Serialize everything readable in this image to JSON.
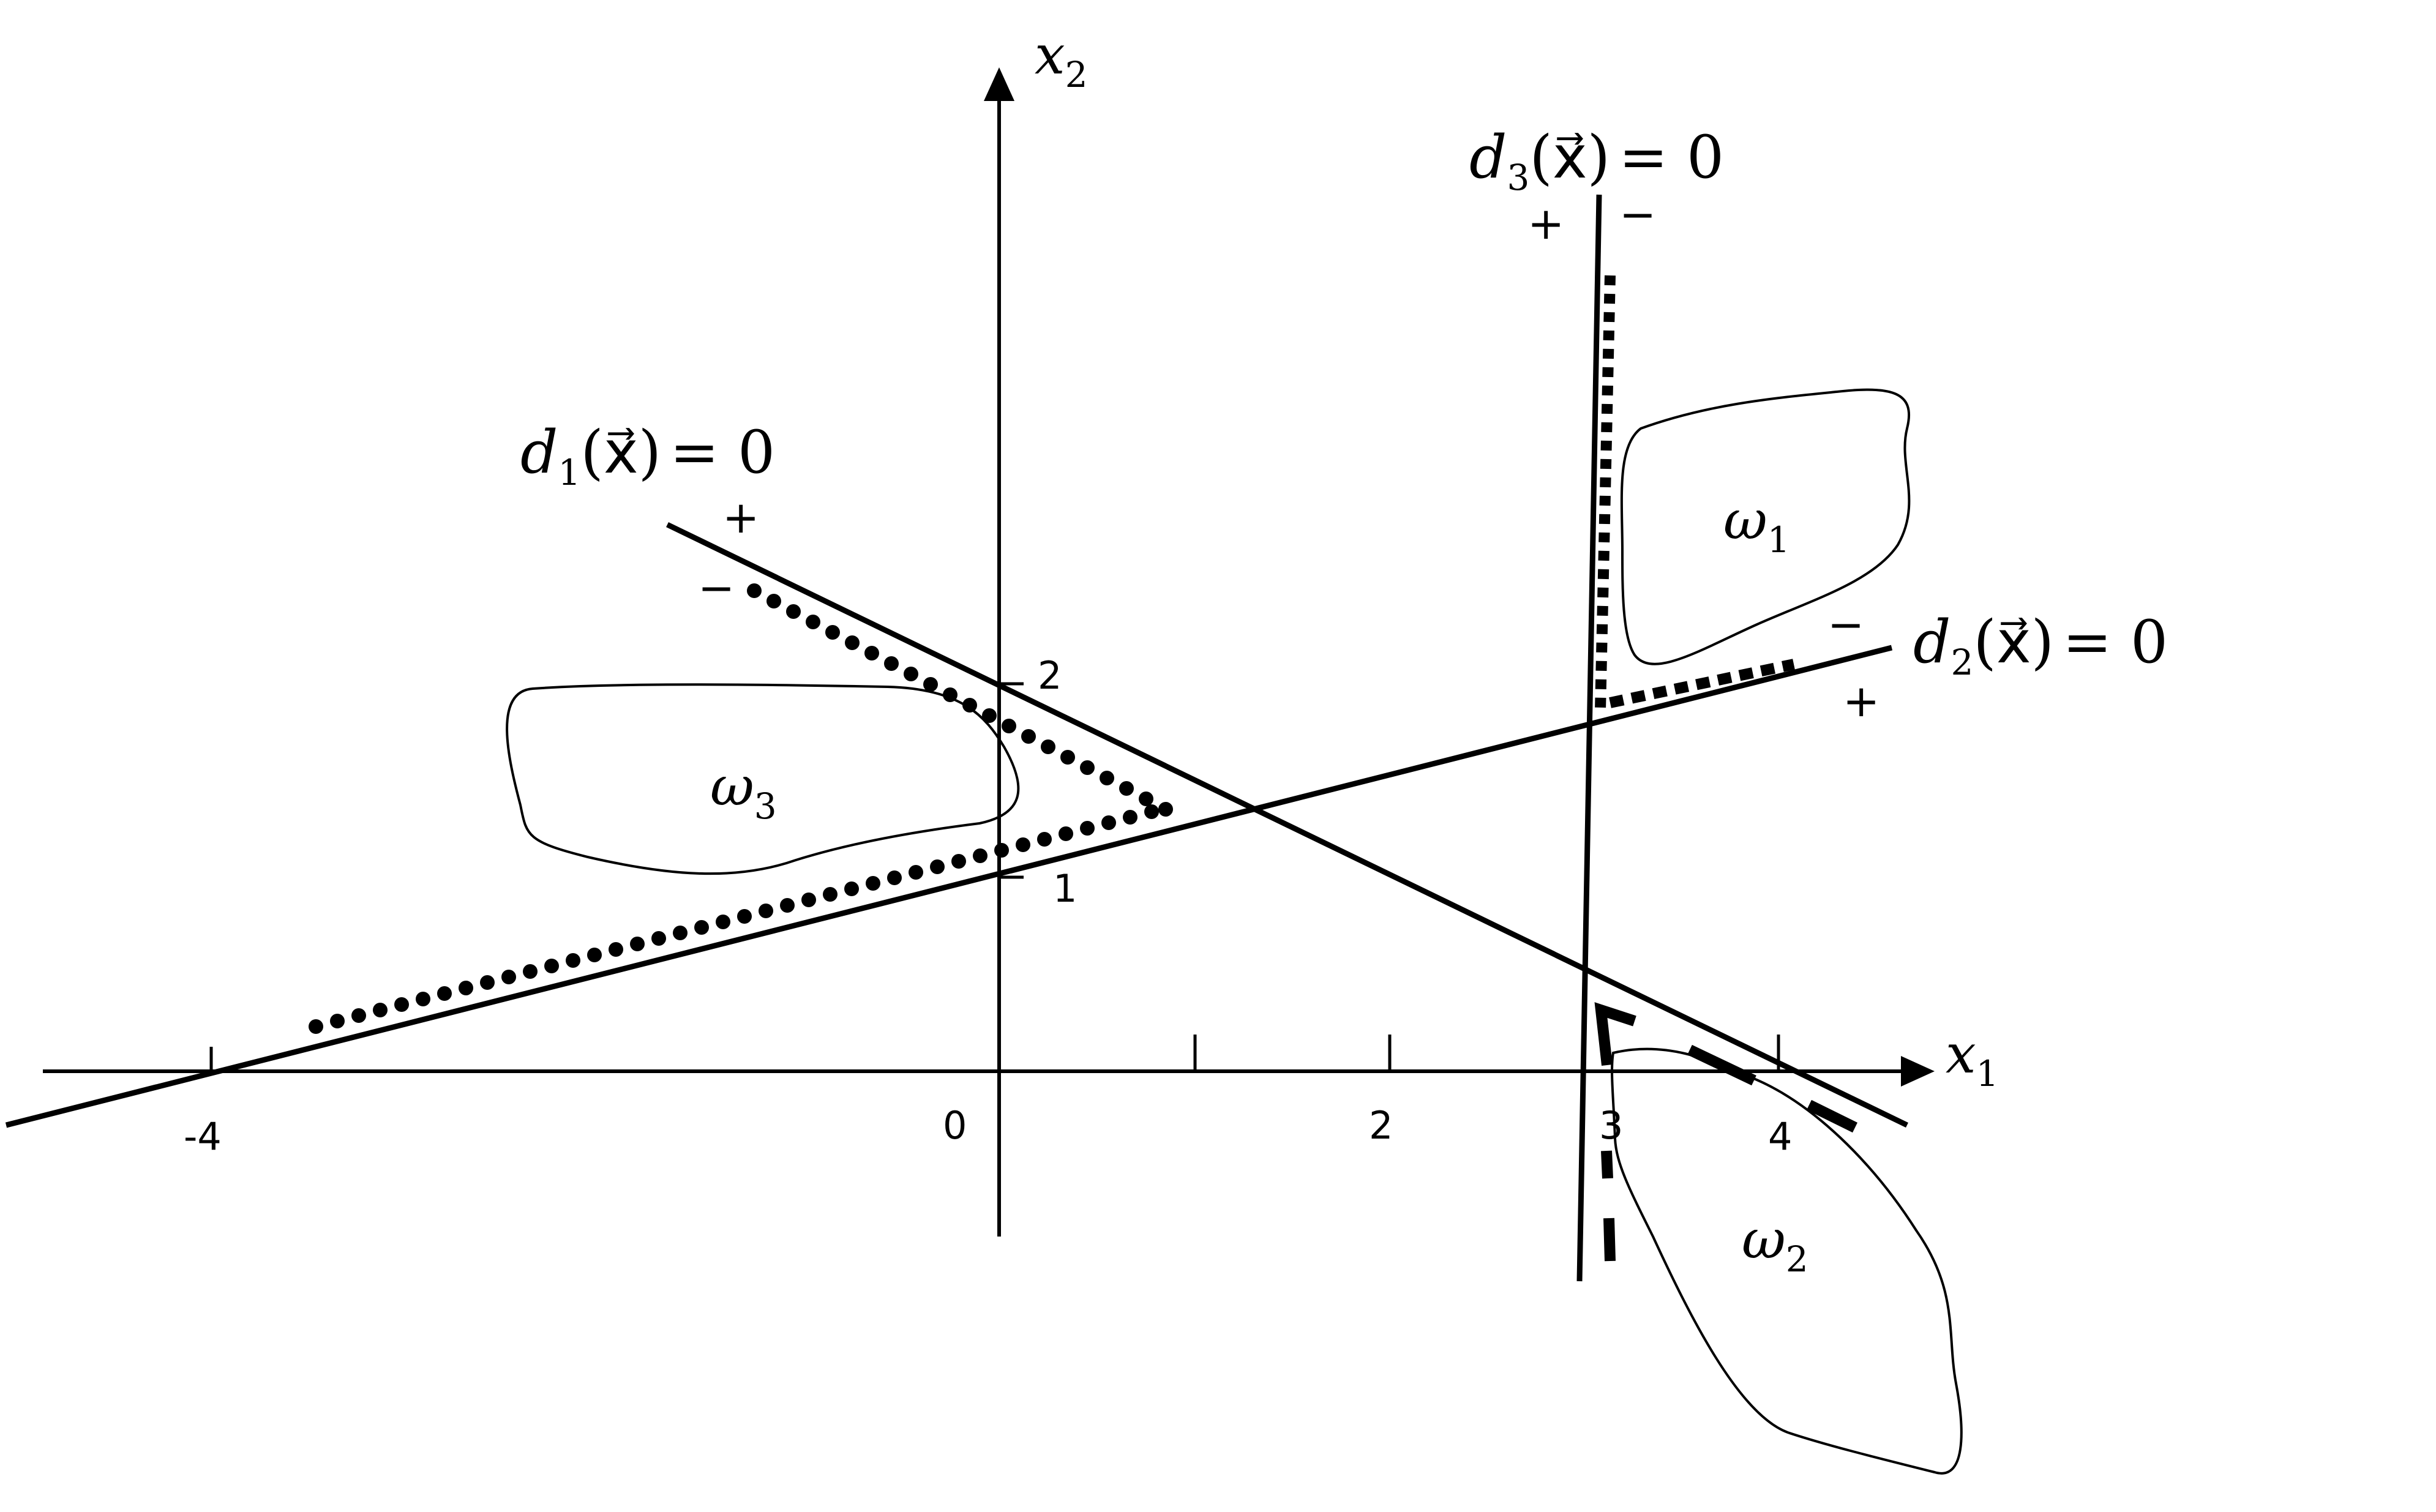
{
  "axes": {
    "x_label": {
      "var": "x",
      "sub": "1"
    },
    "y_label": {
      "var": "x",
      "sub": "2"
    },
    "x_ticks": [
      "-4",
      "0",
      "2",
      "3",
      "4"
    ],
    "y_ticks": [
      "1",
      "2"
    ]
  },
  "lines": [
    {
      "name": "d1",
      "d": "d",
      "sub": "1",
      "arg": "(x⃗)",
      "rhs": "= 0",
      "plus": "+",
      "minus": "−"
    },
    {
      "name": "d2",
      "d": "d",
      "sub": "2",
      "arg": "(x⃗)",
      "rhs": "= 0",
      "plus": "+",
      "minus": "−"
    },
    {
      "name": "d3",
      "d": "d",
      "sub": "3",
      "arg": "(x⃗)",
      "rhs": "= 0",
      "plus": "+",
      "minus": "−"
    }
  ],
  "regions": [
    {
      "name": "omega1",
      "symbol": "ω",
      "sub": "1"
    },
    {
      "name": "omega2",
      "symbol": "ω",
      "sub": "2"
    },
    {
      "name": "omega3",
      "symbol": "ω",
      "sub": "3"
    }
  ],
  "colors": {
    "ink": "#000000",
    "background": "#ffffff"
  }
}
